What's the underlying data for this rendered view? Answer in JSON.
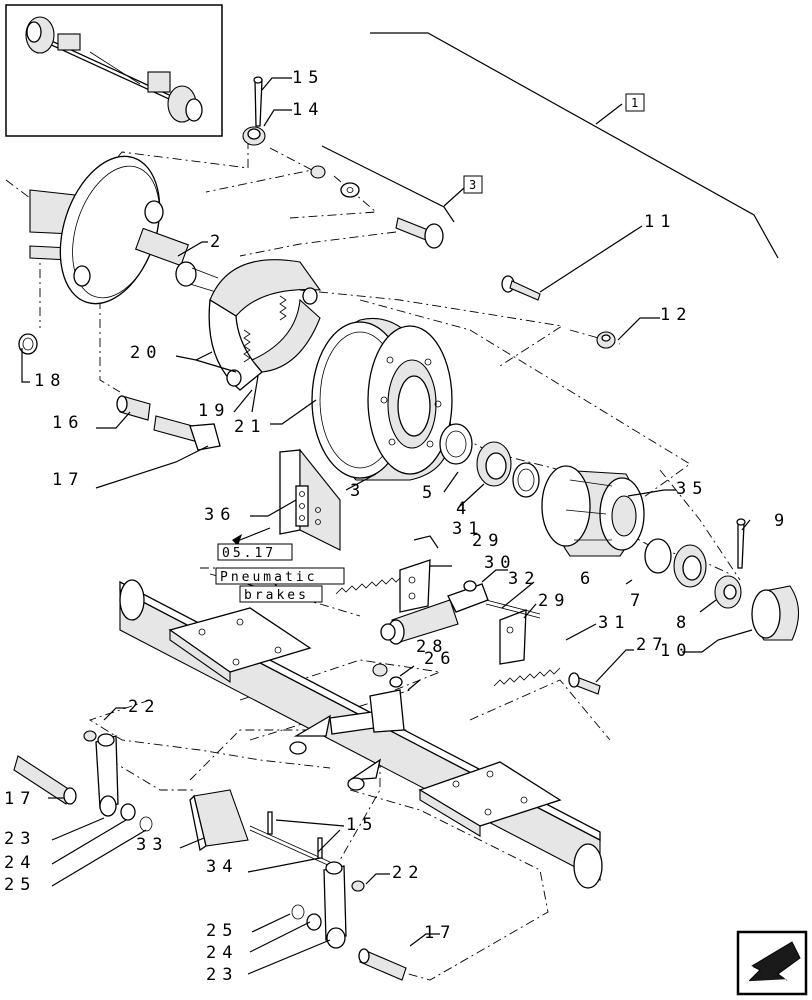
{
  "diagram": {
    "callouts": [
      {
        "id": "c15a",
        "text": "15"
      },
      {
        "id": "c14",
        "text": "14"
      },
      {
        "id": "c2",
        "text": "2"
      },
      {
        "id": "c11",
        "text": "11"
      },
      {
        "id": "c12",
        "text": "12"
      },
      {
        "id": "c20",
        "text": "20"
      },
      {
        "id": "c18",
        "text": "18"
      },
      {
        "id": "c16",
        "text": "16"
      },
      {
        "id": "c19",
        "text": "19"
      },
      {
        "id": "c21",
        "text": "21"
      },
      {
        "id": "c17a",
        "text": "17"
      },
      {
        "id": "c36",
        "text": "36"
      },
      {
        "id": "c3b",
        "text": "3"
      },
      {
        "id": "c5",
        "text": "5"
      },
      {
        "id": "c4",
        "text": "4"
      },
      {
        "id": "c35",
        "text": "35"
      },
      {
        "id": "c9",
        "text": "9"
      },
      {
        "id": "c31",
        "text": "31"
      },
      {
        "id": "c29a",
        "text": "29"
      },
      {
        "id": "c30",
        "text": "30"
      },
      {
        "id": "c32",
        "text": "32"
      },
      {
        "id": "c6",
        "text": "6"
      },
      {
        "id": "c29b",
        "text": "29"
      },
      {
        "id": "c7",
        "text": "7"
      },
      {
        "id": "c31b",
        "text": "31"
      },
      {
        "id": "c8",
        "text": "8"
      },
      {
        "id": "c27",
        "text": "27"
      },
      {
        "id": "c10",
        "text": "10"
      },
      {
        "id": "c28",
        "text": "28"
      },
      {
        "id": "c26",
        "text": "26"
      },
      {
        "id": "c22a",
        "text": "22"
      },
      {
        "id": "c17b",
        "text": "17"
      },
      {
        "id": "c23a",
        "text": "23"
      },
      {
        "id": "c24a",
        "text": "24"
      },
      {
        "id": "c25a",
        "text": "25"
      },
      {
        "id": "c33",
        "text": "33"
      },
      {
        "id": "c15b",
        "text": "15"
      },
      {
        "id": "c34",
        "text": "34"
      },
      {
        "id": "c22b",
        "text": "22"
      },
      {
        "id": "c25b",
        "text": "25"
      },
      {
        "id": "c24b",
        "text": "24"
      },
      {
        "id": "c23b",
        "text": "23"
      },
      {
        "id": "c17c",
        "text": "17"
      }
    ],
    "box_refs": [
      {
        "id": "b1",
        "text": "1"
      },
      {
        "id": "b3",
        "text": "3"
      }
    ],
    "reference": {
      "code": "05.17",
      "line1": "Pneumatic",
      "line2": "brakes"
    }
  }
}
